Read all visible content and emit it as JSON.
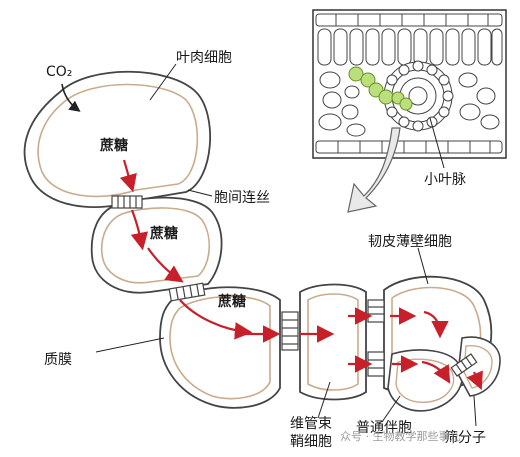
{
  "labels": {
    "co2": "CO₂",
    "mesophyll": "叶肉细胞",
    "sucrose_1": "蔗糖",
    "sucrose_2": "蔗糖",
    "sucrose_3": "蔗糖",
    "plasmodesmata": "胞间连丝",
    "phloem_parenchyma": "韧皮薄壁细胞",
    "plasma_membrane": "质膜",
    "vascular_sheath_1": "维管束",
    "vascular_sheath_2": "鞘细胞",
    "companion_cell": "普通伴胞",
    "sieve_element": "筛分子",
    "vein": "小叶脉",
    "watermark": "众号 · 生物教学那些事儿"
  },
  "colors": {
    "cell_outline": "#444444",
    "cell_inner": "#c9ab8d",
    "arrow": "#c8202a",
    "highlight": "#b9e07a"
  }
}
